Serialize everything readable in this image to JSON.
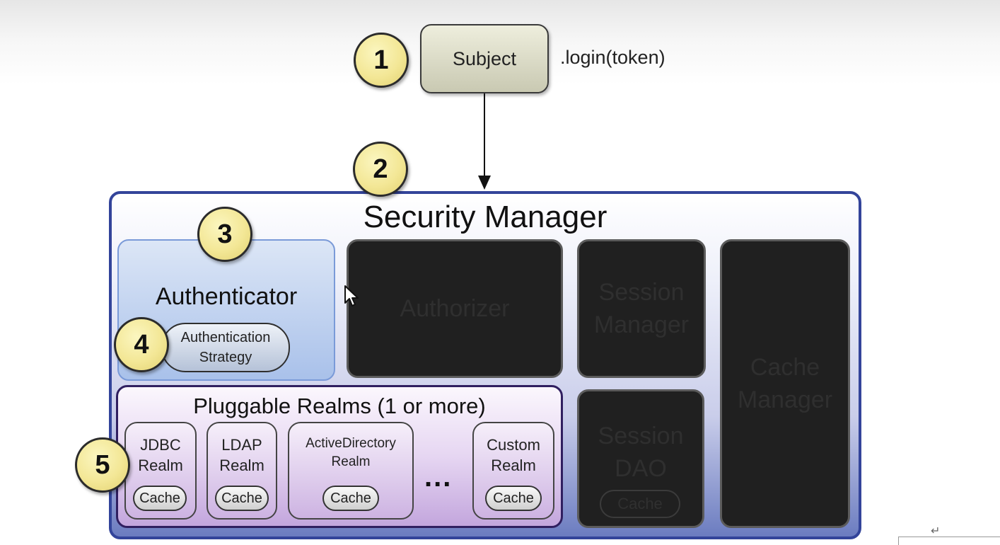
{
  "subject": {
    "label": "Subject",
    "call": ".login(token)"
  },
  "markers": [
    "1",
    "2",
    "3",
    "4",
    "5"
  ],
  "security_manager": {
    "title": "Security Manager"
  },
  "authenticator": {
    "label": "Authenticator",
    "strategy_line1": "Authentication",
    "strategy_line2": "Strategy"
  },
  "authorizer": {
    "label": "Authorizer"
  },
  "session_manager": {
    "line1": "Session",
    "line2": "Manager"
  },
  "cache_manager": {
    "line1": "Cache",
    "line2": "Manager"
  },
  "session_dao": {
    "line1": "Session",
    "line2": "DAO",
    "cache": "Cache"
  },
  "realms": {
    "title": "Pluggable Realms (1 or more)",
    "ellipsis": "...",
    "items": [
      {
        "line1": "JDBC",
        "line2": "Realm",
        "cache": "Cache"
      },
      {
        "line1": "LDAP",
        "line2": "Realm",
        "cache": "Cache"
      },
      {
        "line1": "ActiveDirectory",
        "line2": "Realm",
        "cache": "Cache"
      },
      {
        "line1": "Custom",
        "line2": "Realm",
        "cache": "Cache"
      }
    ]
  },
  "colors": {
    "security_manager_border": "#33449a",
    "marker_fill": "#f3e796",
    "dark_box": "#202020",
    "realms_fill": "#e6d6f2",
    "authenticator_fill": "#a9c1ea"
  },
  "icons": {
    "cursor": "mouse-pointer-icon",
    "arrow": "arrow-down-icon"
  }
}
